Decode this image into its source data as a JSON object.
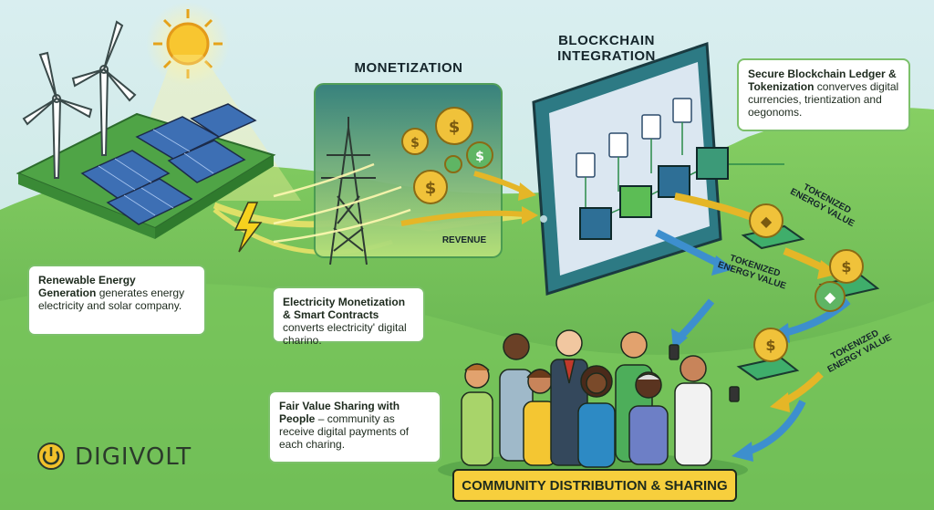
{
  "stages": {
    "monetization_title": "MONETIZATION",
    "blockchain_title": "BLOCKCHAIN INTEGRATION"
  },
  "boxes": {
    "renewable": {
      "bold": "Renewable Energy Generation",
      "text": " generates energy electricity and solar company."
    },
    "electricity": {
      "bold": "Electricity Monetization & Smart Contracts",
      "text": " converts electricity' digital charino."
    },
    "ledger": {
      "bold": "Secure Blockchain Ledger & Tokenization",
      "text": " converves digital currencies, trientization and oegonoms."
    },
    "fair": {
      "bold": "Fair Value Sharing with People",
      "text": " – community as receive digital payments of each charing."
    }
  },
  "flows": {
    "revenue": "REVENUE",
    "token_1": "TOKENIZED ENERGY VALUE",
    "token_2": "TOKENIZED ENERGY VALUE",
    "token_3": "TOKENIZED ENERGY VALUE"
  },
  "community_banner": "COMMUNITY DISTRIBUTION & SHARING",
  "brand": {
    "name": "DIGIVOLT",
    "icon": "power-icon"
  },
  "colors": {
    "grass": "#79c35d",
    "accent": "#f2c22b",
    "coin": "#e8b92c",
    "screen": "#2f6d79"
  }
}
